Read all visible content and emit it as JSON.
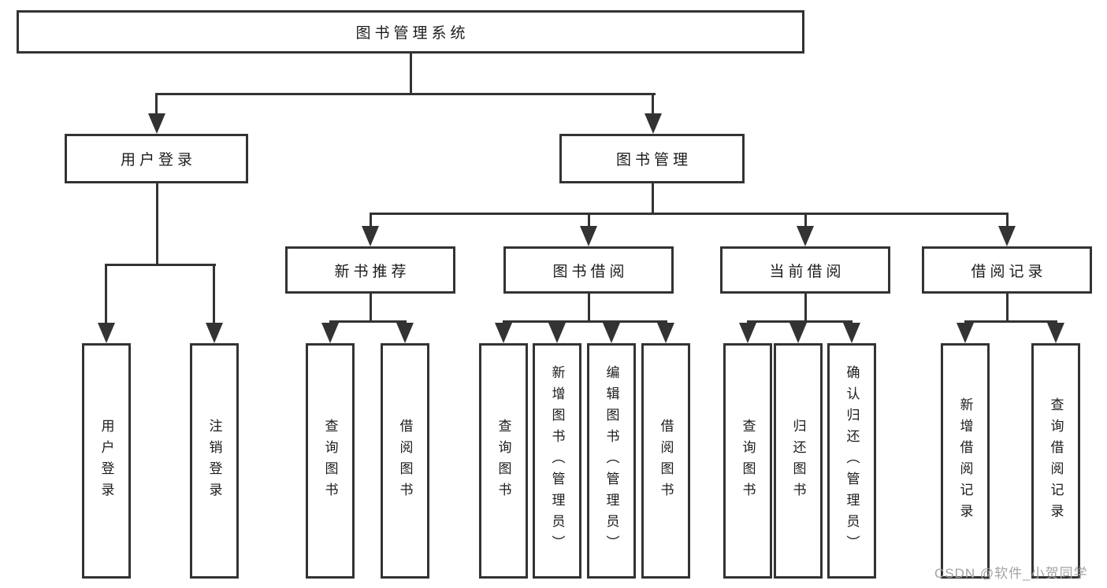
{
  "tree": {
    "root": {
      "label": "图书管理系统",
      "children": [
        {
          "label": "用户登录",
          "children": [
            {
              "label": "用户登录"
            },
            {
              "label": "注销登录"
            }
          ]
        },
        {
          "label": "图书管理",
          "children": [
            {
              "label": "新书推荐",
              "children": [
                {
                  "label": "查询图书"
                },
                {
                  "label": "借阅图书"
                }
              ]
            },
            {
              "label": "图书借阅",
              "children": [
                {
                  "label": "查询图书"
                },
                {
                  "label": "新增图书（管理员）"
                },
                {
                  "label": "编辑图书（管理员）"
                },
                {
                  "label": "借阅图书"
                }
              ]
            },
            {
              "label": "当前借阅",
              "children": [
                {
                  "label": "查询图书"
                },
                {
                  "label": "归还图书"
                },
                {
                  "label": "确认归还（管理员）"
                }
              ]
            },
            {
              "label": "借阅记录",
              "children": [
                {
                  "label": "新增借阅记录"
                },
                {
                  "label": "查询借阅记录"
                }
              ]
            }
          ]
        }
      ]
    }
  },
  "watermark": {
    "text": "CSDN @软件_小贺同学"
  },
  "colors": {
    "line": "#333333",
    "text": "#1c1c1c",
    "background": "#ffffff",
    "watermark": "#a3a3a3"
  }
}
